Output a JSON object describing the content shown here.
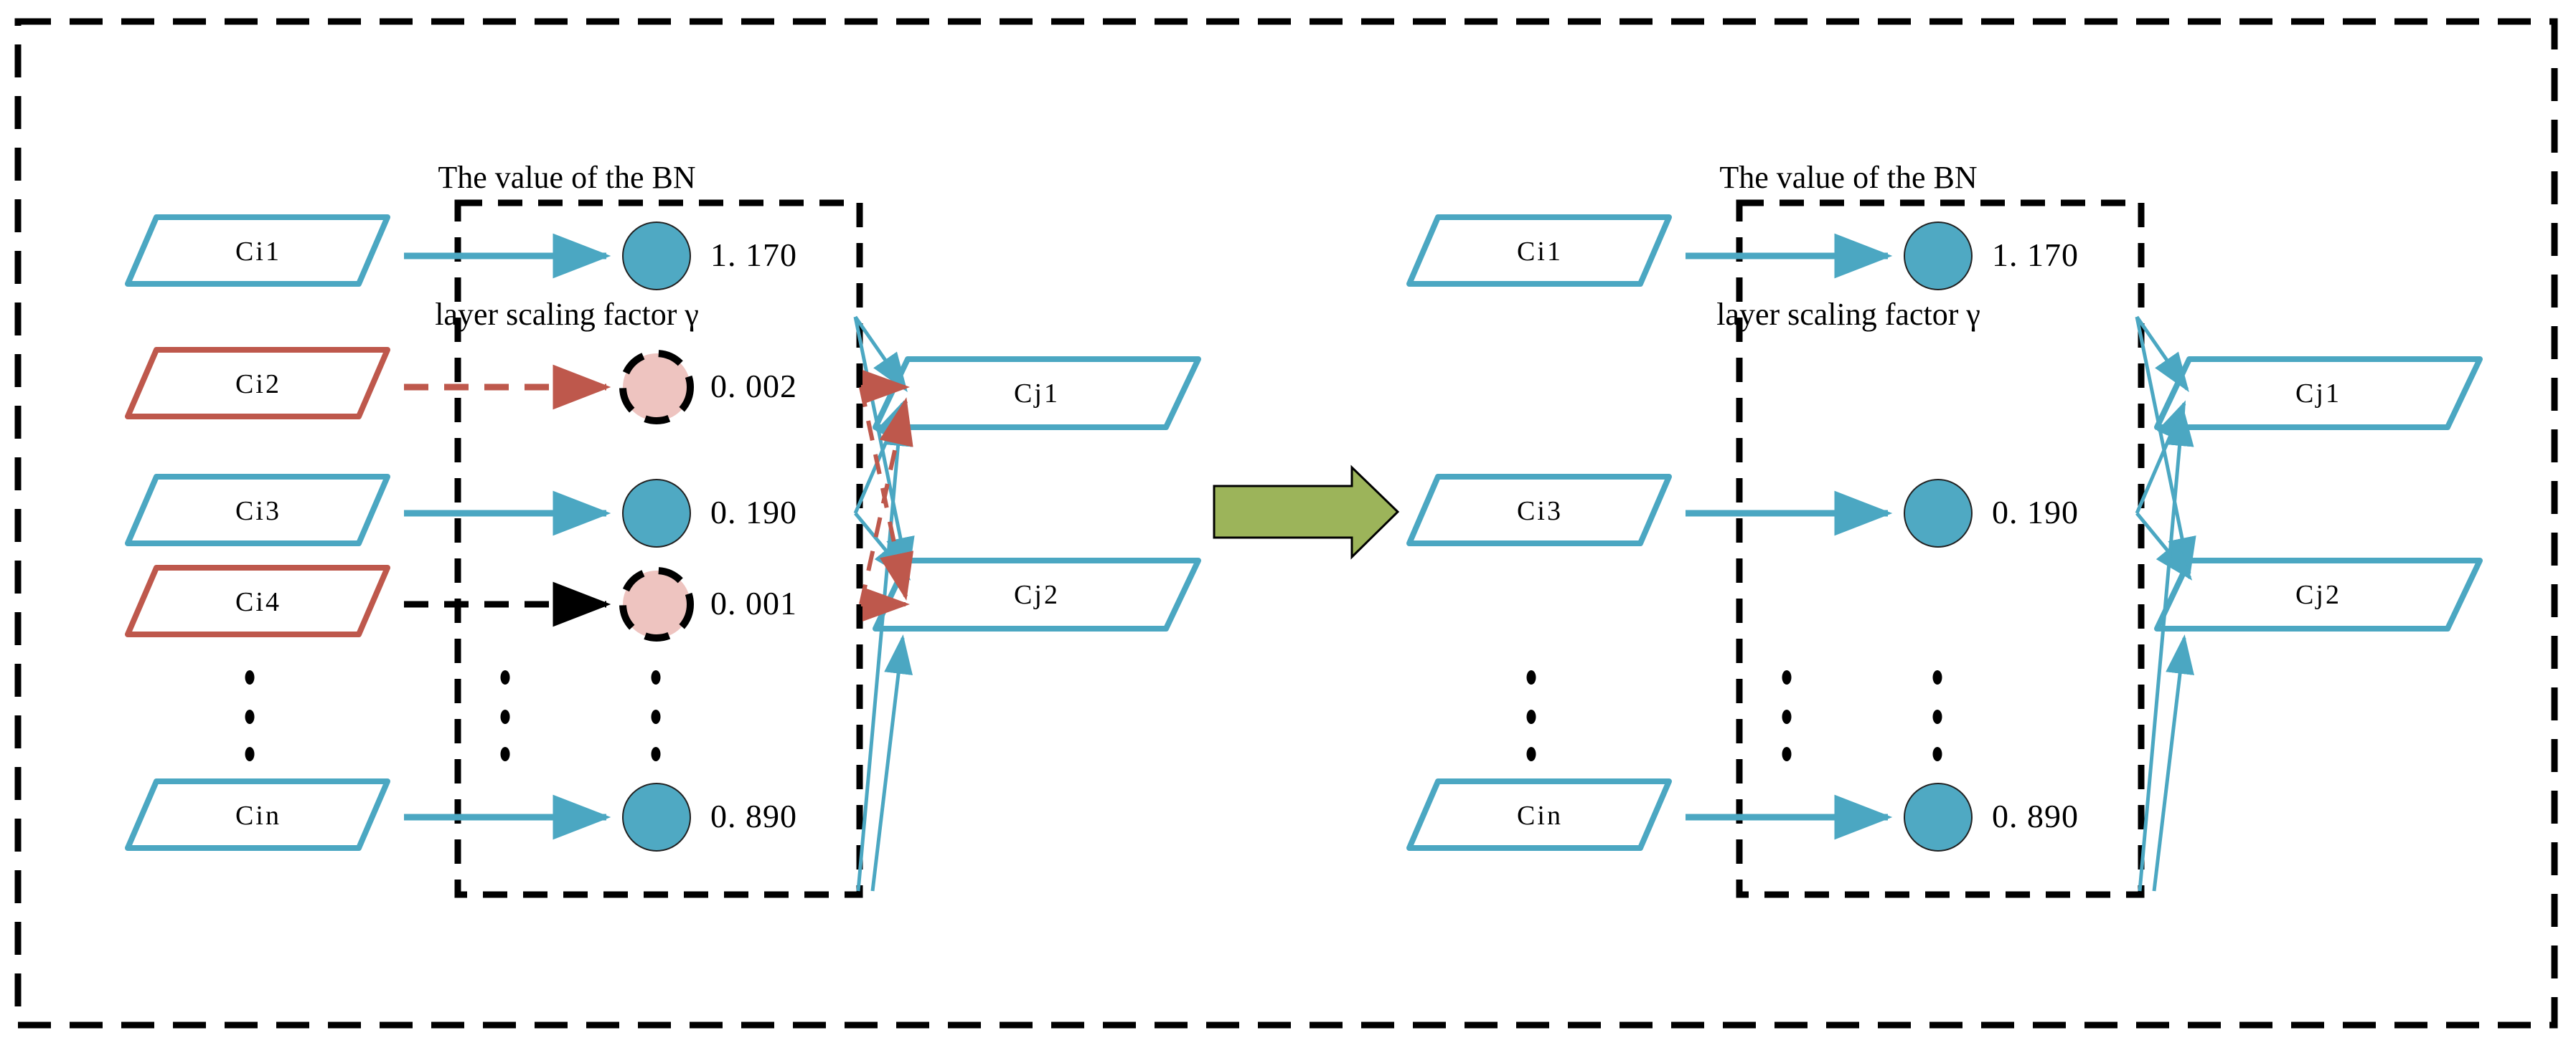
{
  "figure": {
    "outer_border_style": "dashed",
    "background": "#ffffff",
    "colors": {
      "teal": "#4BA7C2",
      "teal_fill": "#4FA9C3",
      "red": "#BE584C",
      "pink_fill": "#EEC4C0",
      "black": "#000000",
      "green_arrow_fill": "#9CB45A",
      "green_arrow_stroke": "#000000"
    }
  },
  "panels": [
    {
      "id": "before",
      "title_line1": "The value of the BN",
      "title_line2": "layer scaling factor γ",
      "inputs": [
        {
          "label": "Ci1",
          "state": "kept",
          "arrow": "solid-teal",
          "gamma": "1. 170",
          "node": "teal"
        },
        {
          "label": "Ci2",
          "state": "pruned",
          "arrow": "dashed-red",
          "gamma": "0. 002",
          "node": "pink"
        },
        {
          "label": "Ci3",
          "state": "kept",
          "arrow": "solid-teal",
          "gamma": "0. 190",
          "node": "teal"
        },
        {
          "label": "Ci4",
          "state": "pruned",
          "arrow": "dashed-black",
          "gamma": "0. 001",
          "node": "pink"
        },
        {
          "label": "⋮",
          "state": "ellipsis",
          "arrow": "none",
          "gamma": "⋮",
          "node": "ellipsis"
        },
        {
          "label": "Cin",
          "state": "kept",
          "arrow": "solid-teal",
          "gamma": "0. 890",
          "node": "teal"
        }
      ],
      "outputs": [
        {
          "label": "Cj1"
        },
        {
          "label": "Cj2"
        }
      ]
    },
    {
      "id": "after",
      "title_line1": "The value of the BN",
      "title_line2": "layer scaling factor γ",
      "inputs": [
        {
          "label": "Ci1",
          "state": "kept",
          "arrow": "solid-teal",
          "gamma": "1. 170",
          "node": "teal"
        },
        {
          "label": "Ci3",
          "state": "kept",
          "arrow": "solid-teal",
          "gamma": "0. 190",
          "node": "teal"
        },
        {
          "label": "⋮",
          "state": "ellipsis",
          "arrow": "none",
          "gamma": "⋮",
          "node": "ellipsis"
        },
        {
          "label": "Cin",
          "state": "kept",
          "arrow": "solid-teal",
          "gamma": "0. 890",
          "node": "teal"
        }
      ],
      "outputs": [
        {
          "label": "Cj1"
        },
        {
          "label": "Cj2"
        }
      ]
    }
  ],
  "transition": {
    "icon": "block-arrow-right",
    "color": "#9CB45A"
  }
}
